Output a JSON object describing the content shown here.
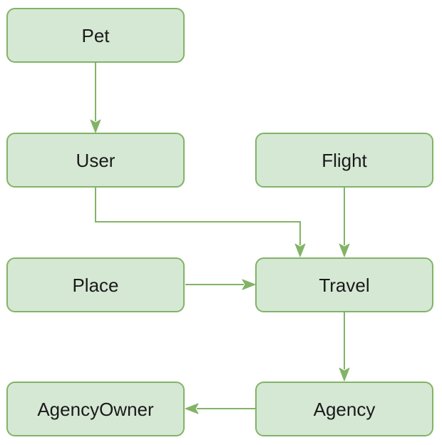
{
  "nodes": [
    {
      "id": "pet",
      "label": "Pet"
    },
    {
      "id": "user",
      "label": "User"
    },
    {
      "id": "flight",
      "label": "Flight"
    },
    {
      "id": "place",
      "label": "Place"
    },
    {
      "id": "travel",
      "label": "Travel"
    },
    {
      "id": "agency-owner",
      "label": "AgencyOwner"
    },
    {
      "id": "agency",
      "label": "Agency"
    }
  ],
  "edges": [
    {
      "from": "pet",
      "to": "user"
    },
    {
      "from": "user",
      "to": "travel"
    },
    {
      "from": "flight",
      "to": "travel"
    },
    {
      "from": "place",
      "to": "travel"
    },
    {
      "from": "travel",
      "to": "agency"
    },
    {
      "from": "agency",
      "to": "agency-owner"
    }
  ],
  "colors": {
    "node_fill": "#d5e8d4",
    "node_stroke": "#82b366",
    "edge": "#82b366",
    "text": "#1a1a1a"
  }
}
